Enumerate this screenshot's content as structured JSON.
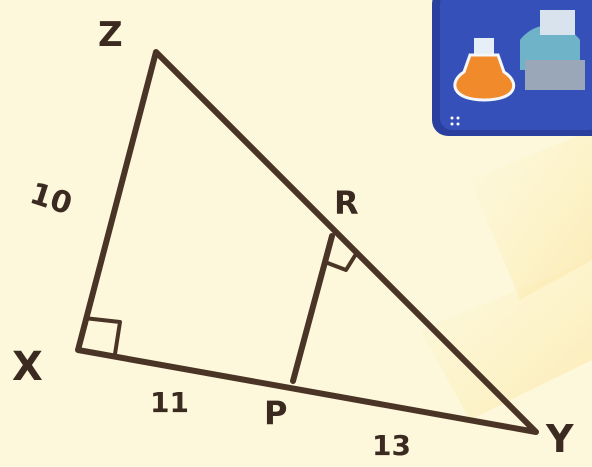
{
  "diagram": {
    "vertices": {
      "Z": "Z",
      "X": "X",
      "Y": "Y",
      "R": "R",
      "P": "P"
    },
    "lengths": {
      "ZX": "10",
      "XP": "11",
      "PY": "13"
    },
    "right_angles": [
      "X",
      "R"
    ]
  },
  "colors": {
    "background": "#fdf8dc",
    "line": "#4a3426",
    "panel": "#2a3f9e",
    "flask_liquid": "#f08a2a"
  },
  "icons": {
    "thumbnail": "chemistry-flask-icon"
  }
}
